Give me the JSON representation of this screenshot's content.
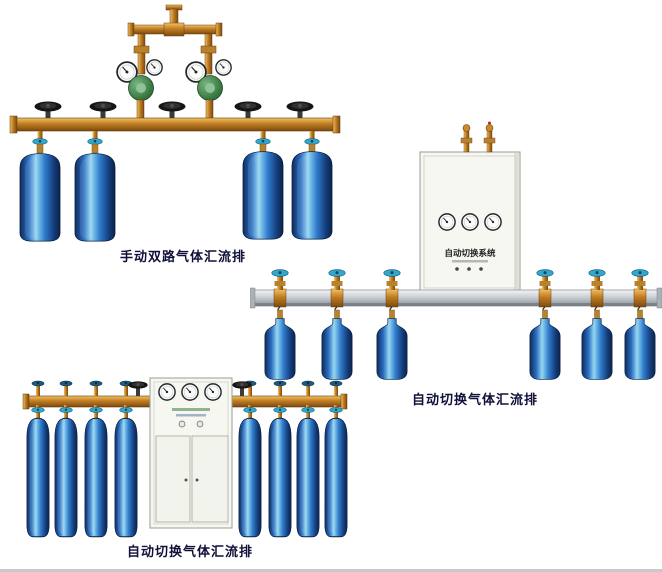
{
  "page": {
    "title": "Gas manifold product illustrations",
    "background_color": "#ffffff"
  },
  "products": [
    {
      "id": "manual-dual-row-manifold",
      "caption": "手动双路气体汇流排",
      "cylinder_count": 4
    },
    {
      "id": "automatic-switching-manifold-wall",
      "caption": "自动切换气体汇流排",
      "cabinet_label": "自动切换系统",
      "cylinder_count": 6
    },
    {
      "id": "automatic-switching-manifold-cabinet",
      "caption": "自动切换气体汇流排",
      "cylinder_count": 8
    }
  ],
  "colors": {
    "caption_text": "#10103a",
    "brass_pipe": "#c07d22",
    "cylinder_blue": "#2c6fc2",
    "cylinder_highlight": "#93d7f2",
    "cabinet_body": "#f7f7f2",
    "rail_gray": "#c4cacf",
    "valve_handle_cyan": "#33a7cd",
    "valve_handle_dark": "#151515",
    "regulator_green": "#3c7d45"
  }
}
